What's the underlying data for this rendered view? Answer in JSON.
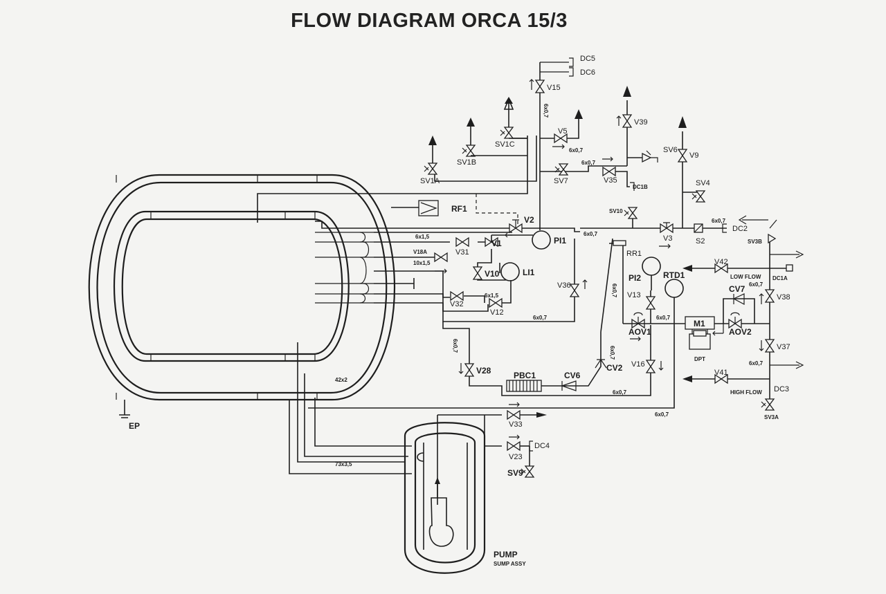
{
  "title": "FLOW DIAGRAM  ORCA 15/3",
  "components": {
    "rf1": "RF1",
    "v2": "V2",
    "pi1": "PI1",
    "li1": "LI1",
    "v1": "V1",
    "v10": "V10",
    "v12": "V12",
    "v31": "V31",
    "v32": "V32",
    "v18a": "V18A",
    "v15": "V15",
    "v5": "V5",
    "v39": "V39",
    "v9": "V9",
    "v35": "V35",
    "v3": "V3",
    "v36": "V36",
    "v28": "V28",
    "v13": "V13",
    "v16": "V16",
    "v42": "V42",
    "v41": "V41",
    "v38": "V38",
    "v37": "V37",
    "v33": "V33",
    "v23": "V23",
    "sv1a": "SV1A",
    "sv1b": "SV1B",
    "sv1c": "SV1C",
    "sv7": "SV7",
    "sv6": "SV6",
    "sv4": "SV4",
    "sv10": "SV10",
    "sv3b": "SV3B",
    "sv3a": "SV3A",
    "sv9": "SV9",
    "s2": "S2",
    "rr1": "RR1",
    "pi2": "PI2",
    "rtd1": "RTD1",
    "aov1": "AOV1",
    "aov2": "AOV2",
    "m1": "M1",
    "dpt": "DPT",
    "cv7": "CV7",
    "cv6": "CV6",
    "cv2": "CV2",
    "pbc1": "PBC1",
    "dc5": "DC5",
    "dc6": "DC6",
    "dc2": "DC2",
    "dc1a": "DC1A",
    "dc3": "DC3",
    "dc4": "DC4",
    "dc1b": "DC1B",
    "ep": "EP",
    "pump": "PUMP",
    "sump": "SUMP ASSY",
    "low_flow": "LOW FLOW",
    "high_flow": "HIGH FLOW"
  },
  "pipe_sizes": {
    "p1": "6x1,5",
    "p2": "10x1,5",
    "p3": "6x1,5",
    "p4": "42x2",
    "p5": "73x3,5",
    "p6": "6x0,7",
    "p7": "6x0,7",
    "p8": "6x0,7",
    "p9": "6x0,7",
    "p10": "6x0,7",
    "p11": "6x0,7",
    "p12": "6x0,7",
    "p13": "6x0,7",
    "p14": "6x0,7",
    "p15": "6x0,7",
    "p16": "6x0,7",
    "p17": "6x0,7",
    "p18": "6x0,7",
    "p19": "6x0,7",
    "p20": "6x0,7",
    "p21": "6x0,7",
    "p22": "6x0,7"
  }
}
